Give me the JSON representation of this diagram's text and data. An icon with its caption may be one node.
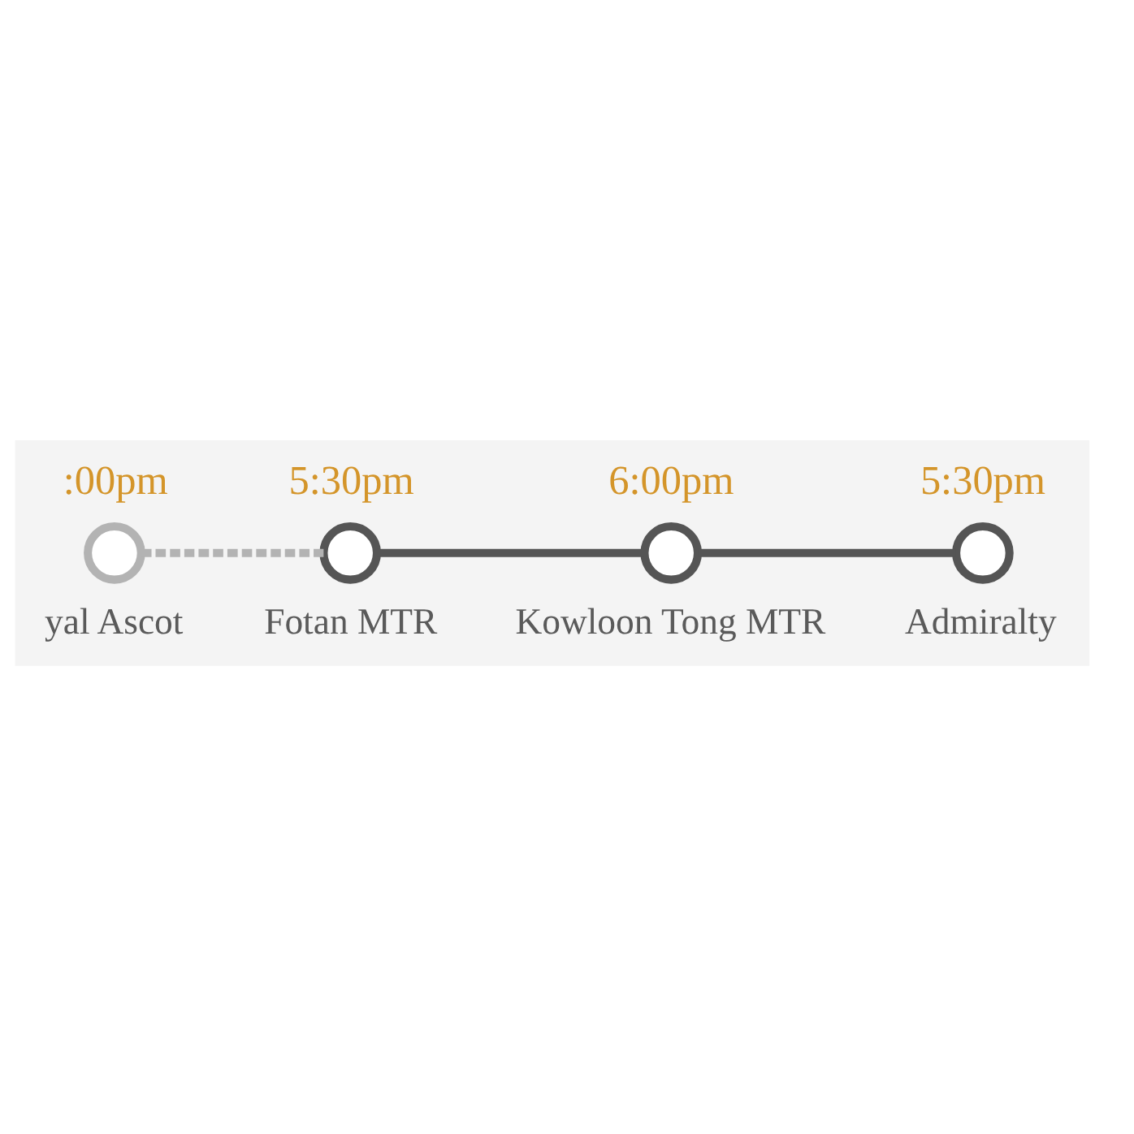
{
  "diagram": {
    "nodes": [
      {
        "text": [
          ":00pm",
          "yal Ascot"
        ]
      },
      {
        "text": [
          "5:30pm",
          "Fotan MTR"
        ]
      },
      {
        "text": [
          "6:00pm",
          "Kowloon Tong MTR"
        ]
      },
      {
        "text": [
          "5:30pm",
          "Admiralty"
        ]
      }
    ],
    "edges": [
      {
        "from": 0,
        "to": 1,
        "arrow": "none",
        "style": "dashed",
        "color": "#b3b3b3"
      },
      {
        "from": 1,
        "to": 2,
        "arrow": "none"
      },
      {
        "from": 2,
        "to": 3,
        "arrow": "none"
      }
    ]
  }
}
